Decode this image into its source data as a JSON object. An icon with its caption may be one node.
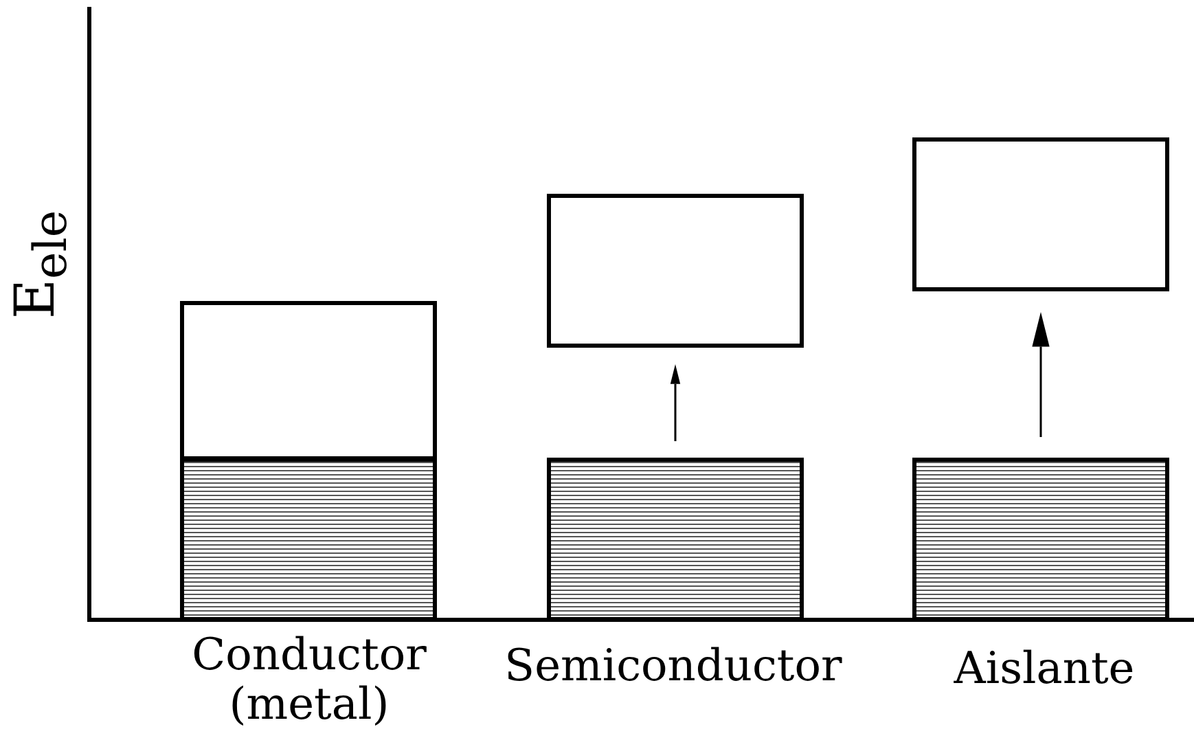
{
  "diagram": {
    "nodes": [
      {
        "text": [],
        "shape": "box"
      },
      {
        "text": [],
        "shape": "bar"
      },
      {
        "text": [],
        "shape": "box"
      },
      {
        "text": [],
        "shape": "bar"
      },
      {
        "text": [],
        "shape": "box"
      },
      {
        "text": [],
        "shape": "bar"
      }
    ],
    "edges": [
      {
        "from": 3,
        "to": 2,
        "arrow": "to"
      },
      {
        "from": 5,
        "to": 4,
        "arrow": "to"
      }
    ],
    "labels": [
      "E$_{ele}$",
      "Conductor (metal)",
      "Semiconductor",
      "Aislante"
    ]
  }
}
